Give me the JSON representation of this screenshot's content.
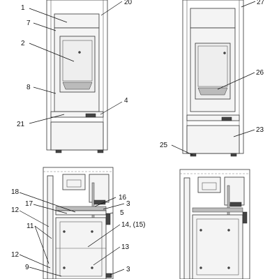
{
  "labels": {
    "l1": "1",
    "l20": "20",
    "l7": "7",
    "l2": "2",
    "l8": "8",
    "l4": "4",
    "l21": "21",
    "l27": "27",
    "l26": "26",
    "l23": "23",
    "l25": "25",
    "l18": "18",
    "l16": "16",
    "l3a": "3",
    "l17": "17",
    "l5": "5",
    "l12a": "12",
    "l11": "11",
    "l14": "14, (15)",
    "l13": "13",
    "l12b": "12",
    "l9": "9",
    "l3b": "3"
  }
}
